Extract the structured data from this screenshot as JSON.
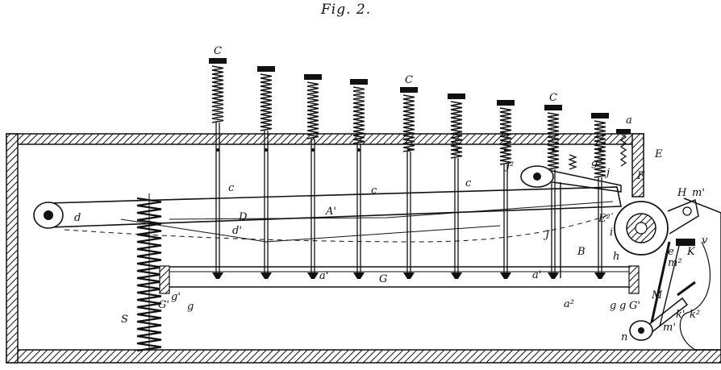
{
  "figure": {
    "title": "Fig. 2.",
    "keys": [
      {
        "id": "k1",
        "label": "C"
      },
      {
        "id": "k2",
        "label": ""
      },
      {
        "id": "k3",
        "label": ""
      },
      {
        "id": "k4",
        "label": ""
      },
      {
        "id": "k5",
        "label": "C"
      },
      {
        "id": "k6",
        "label": ""
      },
      {
        "id": "k7",
        "label": ""
      },
      {
        "id": "k8",
        "label": "C"
      },
      {
        "id": "k9",
        "label": ""
      }
    ],
    "labels": {
      "a": "a",
      "E": "E",
      "F": "F",
      "H": "H",
      "m1": "m'",
      "j2": "j²",
      "g3": "g³",
      "j": "j",
      "d": "d",
      "D": "D",
      "d1": "d'",
      "A1": "A'",
      "c1": "c",
      "c2": "c",
      "c3": "c",
      "J": "J",
      "B": "B",
      "E2": "E²",
      "i": "i",
      "h": "h",
      "e": "e",
      "m2": "m²",
      "K": "K",
      "v": "v",
      "S": "S",
      "G1": "G'",
      "g1": "g",
      "g2": "g'",
      "a1": "a'",
      "G": "G",
      "a2": "a'",
      "a3": "a²",
      "g4": "g",
      "g5": "g",
      "G2": "G'",
      "M": "M",
      "k1": "k'",
      "k2": "k²",
      "n": "n",
      "m3": "m'"
    }
  }
}
